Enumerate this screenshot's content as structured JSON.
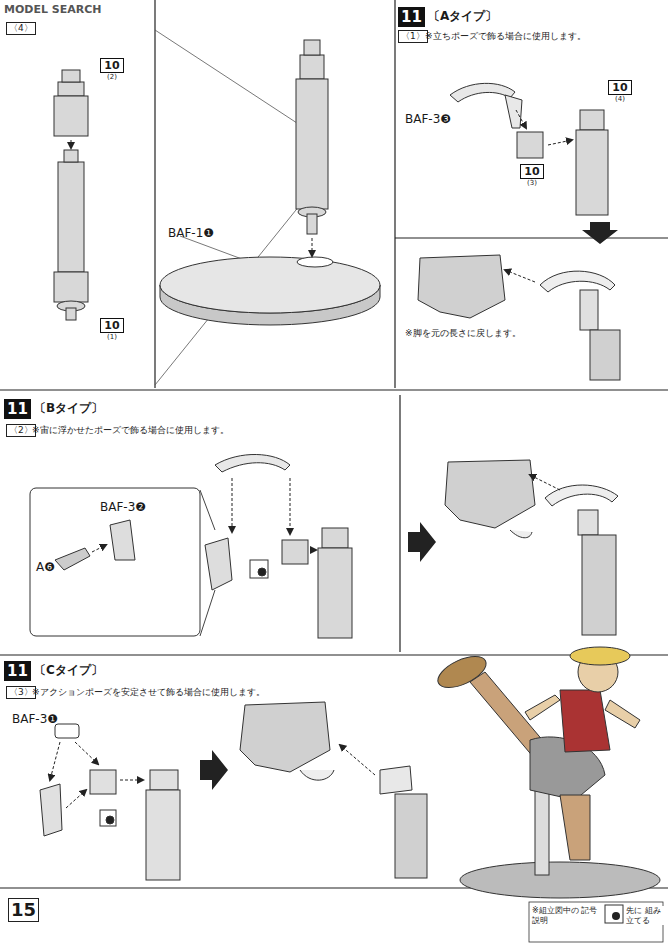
{
  "diagram": {
    "nodes": [
      {
        "text": [
          "10",
          "(2)"
        ]
      },
      {
        "text": [
          "10",
          "(1)"
        ]
      },
      {
        "text": [
          "11",
          "〔Aタイプ〕"
        ]
      },
      {
        "text": [
          "10",
          "(4)"
        ]
      },
      {
        "text": [
          "10",
          "(3)"
        ]
      },
      {
        "text": [
          "11",
          "〔Bタイプ〕"
        ]
      },
      {
        "text": [
          "11",
          "〔Cタイプ〕"
        ]
      }
    ],
    "labels": [
      "MODEL SEARCH",
      "〈4〉",
      "BAF-1❶",
      "〈1〉",
      "※立ちポーズで飾る場合に使用します。",
      "BAF-3❸",
      "※脚を元の長さに戻します。",
      "〈2〉",
      "※宙に浮かせたポーズで飾る場合に使用します。",
      "BAF-3❷",
      "A❻",
      "〈3〉",
      "※アクションポーズを安定させて飾る場合に使用します。",
      "BAF-3❶",
      "15",
      "※組立図中の 記号説明",
      "先に 組み立てる"
    ]
  }
}
